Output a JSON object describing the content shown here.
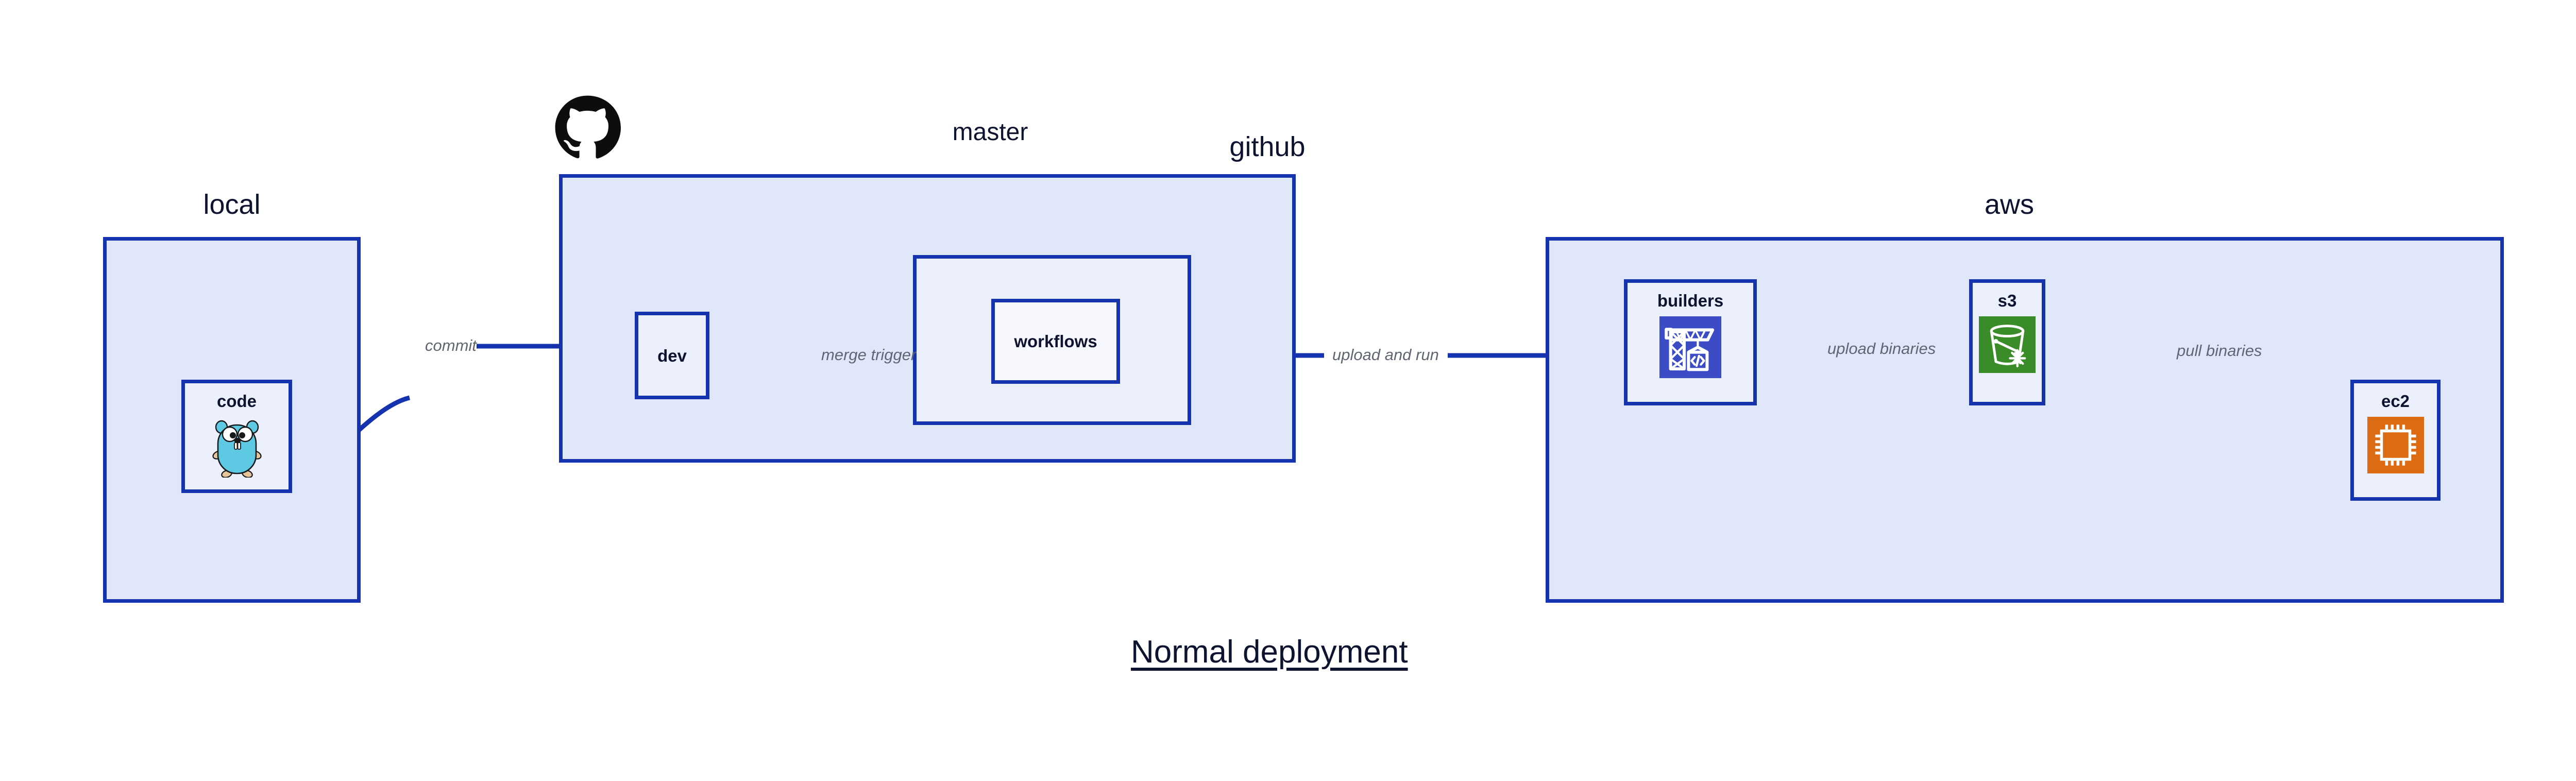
{
  "diagram": {
    "title": "Normal deployment",
    "accent_border": "#1533AE",
    "group_fill": "#E1E7FA",
    "subgroup_fill": "#EAEFFB",
    "node_fill": "#EBF0FC",
    "label_text_color": "#0E1330",
    "edge_label_color": "#5F6672"
  },
  "groups": {
    "local": {
      "label": "local",
      "nodes": {
        "code": {
          "label": "code",
          "icon": "go-gopher-icon"
        }
      }
    },
    "github": {
      "label": "github",
      "logo_icon": "github-octocat-icon",
      "nodes": {
        "dev": {
          "label": "dev"
        }
      },
      "subgroups": {
        "master": {
          "label": "master",
          "nodes": {
            "workflows": {
              "label": "workflows"
            }
          }
        }
      }
    },
    "aws": {
      "label": "aws",
      "nodes": {
        "builders": {
          "label": "builders",
          "icon": "crane-code-icon",
          "icon_color": "#3B4CC4"
        },
        "s3": {
          "label": "s3",
          "icon": "s3-bucket-glacier-icon",
          "icon_color": "#3A8C28"
        },
        "ec2": {
          "label": "ec2",
          "icon": "cpu-chip-icon",
          "icon_color": "#DD6B13"
        }
      }
    }
  },
  "edges": [
    {
      "id": "commit",
      "label": "commit",
      "from": "code",
      "to": "dev"
    },
    {
      "id": "merge-trigger",
      "label": "merge trigger",
      "from": "dev",
      "to": "workflows"
    },
    {
      "id": "upload-and-run",
      "label": "upload and run",
      "from": "workflows",
      "to": "builders"
    },
    {
      "id": "upload-binaries",
      "label": "upload binaries",
      "from": "builders",
      "to": "s3"
    },
    {
      "id": "pull-binaries",
      "label": "pull binaries",
      "from": "s3",
      "to": "ec2"
    }
  ]
}
